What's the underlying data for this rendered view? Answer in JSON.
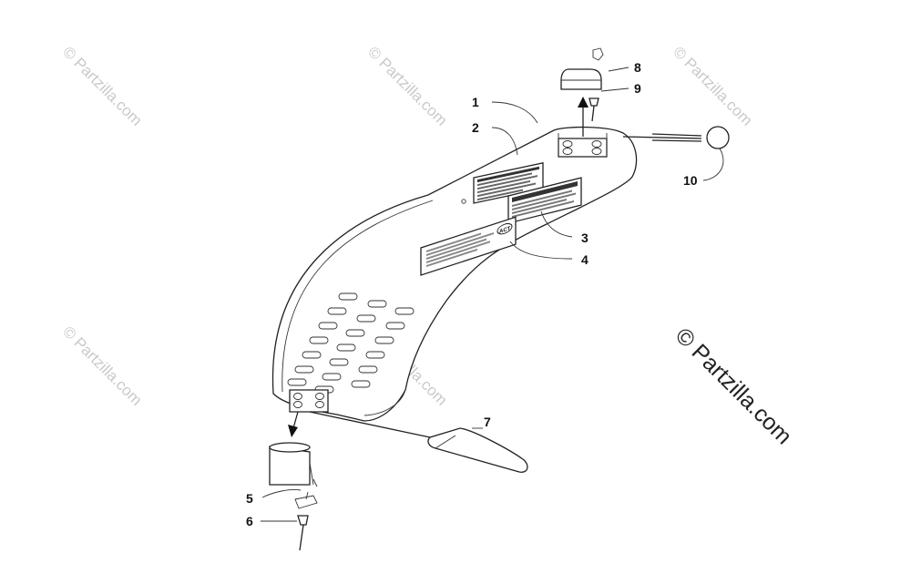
{
  "watermarks": {
    "small": "© Partzilla.com",
    "large": "© Partzilla.com"
  },
  "callouts": [
    "1",
    "2",
    "3",
    "4",
    "5",
    "6",
    "7",
    "8",
    "9",
    "10"
  ],
  "decal_logo": "ACT"
}
